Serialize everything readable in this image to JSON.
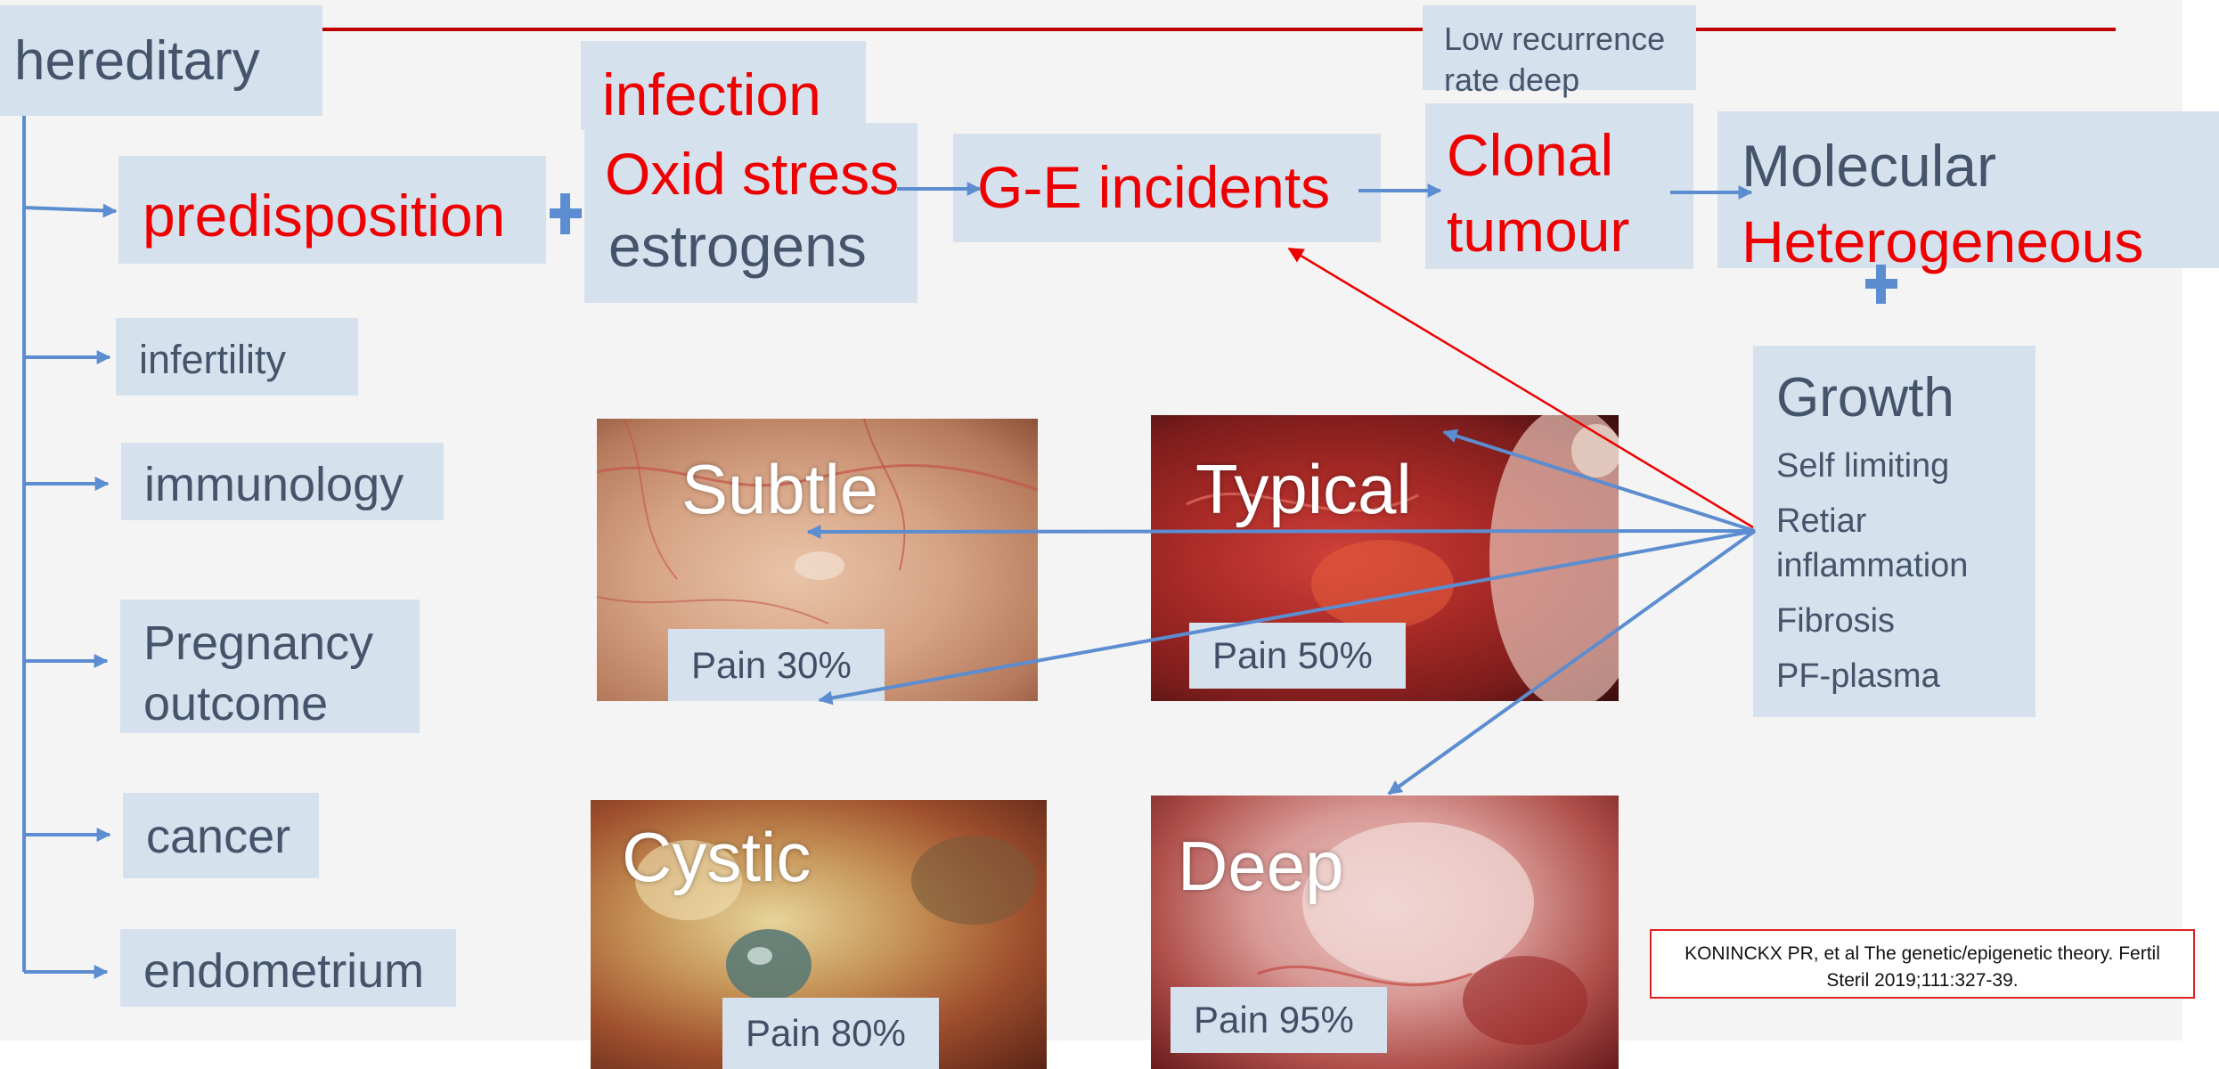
{
  "root": "hereditary",
  "branches": {
    "predisposition": "predisposition",
    "infertility": "infertility",
    "immunology": "immunology",
    "pregnancy_line1": "Pregnancy",
    "pregnancy_line2": "outcome",
    "cancer": "cancer",
    "endometrium": "endometrium"
  },
  "factors": {
    "infection": "infection",
    "oxid_stress": "Oxid stress",
    "estrogens": "estrogens"
  },
  "ge_incidents": "G-E incidents",
  "recurrence_note_line1": "Low recurrence",
  "recurrence_note_line2": "rate deep",
  "clonal_line1": "Clonal",
  "clonal_line2": "tumour",
  "molecular_line1": "Molecular",
  "molecular_line2": "Heterogeneous",
  "growth": {
    "title": "Growth",
    "items": [
      "Self limiting",
      "Retiar",
      "inflammation",
      "Fibrosis",
      "PF-plasma"
    ]
  },
  "lesions": [
    {
      "label": "Subtle",
      "pain": "Pain 30%"
    },
    {
      "label": "Typical",
      "pain": "Pain 50%"
    },
    {
      "label": "Cystic",
      "pain": "Pain 80%"
    },
    {
      "label": "Deep",
      "pain": "Pain 95%"
    }
  ],
  "citation_line1": "KONINCKX PR, et al The genetic/epigenetic theory. Fertil",
  "citation_line2": "Steril 2019;111:327-39.",
  "colors": {
    "box_fill": "#d6e1ee",
    "arrow_blue": "#5b8dd0",
    "emphasis_red": "#ee0000",
    "text_grey": "#44546a",
    "header_rule": "#c00000"
  }
}
